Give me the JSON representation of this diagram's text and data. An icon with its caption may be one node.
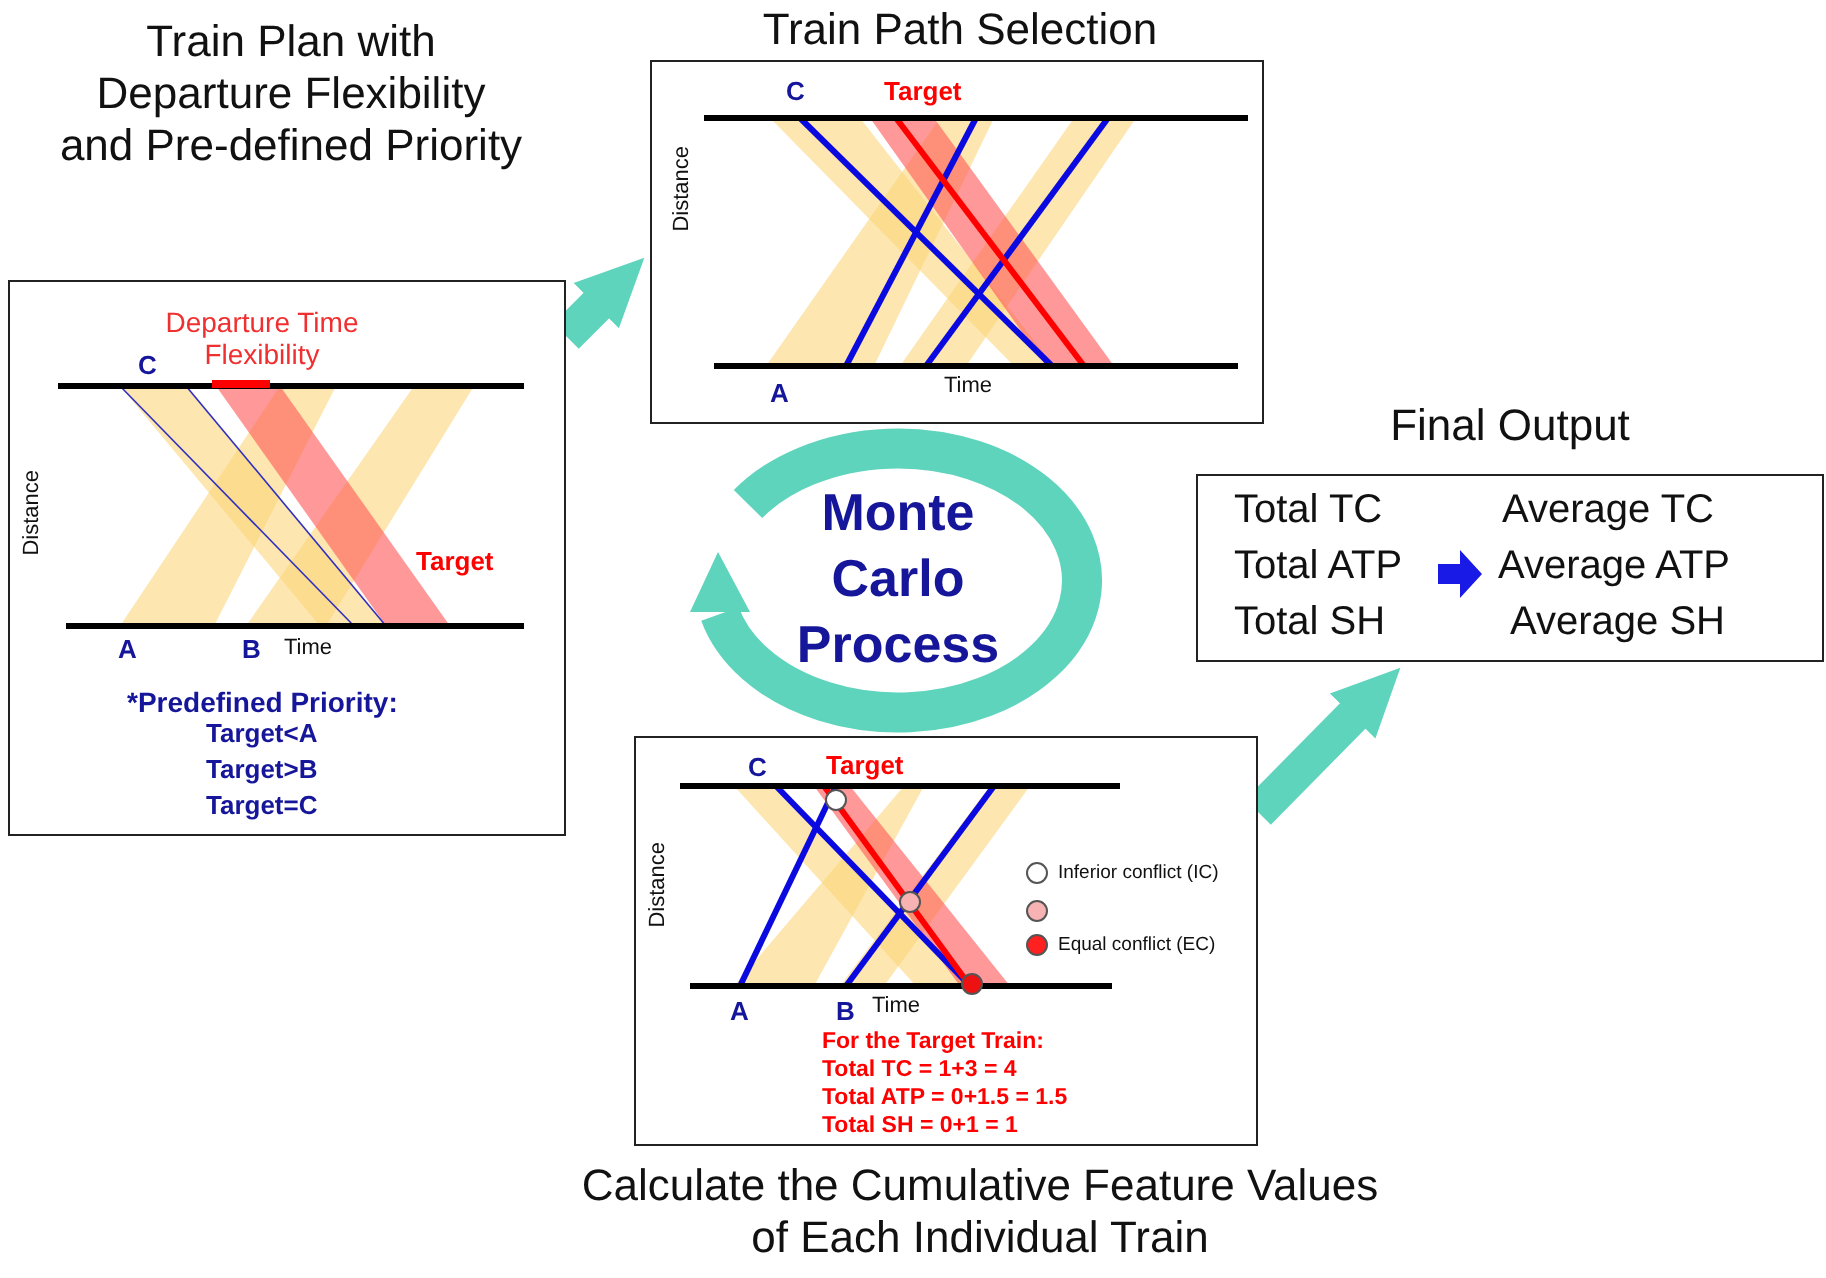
{
  "diagram": {
    "nodes": [
      {
        "text": [
          "Train Plan with Departure Flexibility and Pre-defined Priority"
        ]
      },
      {
        "text": [
          "Train Path Selection"
        ]
      },
      {
        "text": [
          "Monte Carlo Process"
        ]
      },
      {
        "text": [
          "Calculate the Cumulative Feature Values of Each Individual Train"
        ]
      },
      {
        "text": [
          "Final Output",
          "Total TC",
          "Total ATP",
          "Total SH",
          "Average TC",
          "Average ATP",
          "Average SH"
        ]
      }
    ],
    "edges": [
      {
        "from": 0,
        "to": 1,
        "arrow": "to"
      },
      {
        "from": 3,
        "to": 4,
        "arrow": "to"
      }
    ],
    "labels": [
      "Departure Time Flexibility",
      "C",
      "Distance",
      "Target",
      "A",
      "B",
      "Time",
      "*Predefined Priority:",
      "Target<A",
      "Target>B",
      "Target=C",
      "C",
      "Target",
      "Distance",
      "A",
      "Time",
      "C",
      "Target",
      "Distance",
      "A",
      "B",
      "Time",
      "For the Target Train:",
      "Total TC = 1+3 = 4",
      "Total ATP = 0+1.5 = 1.5",
      "Total SH = 0+1 = 1"
    ],
    "legend": [
      {
        "text": "Inferior conflict (IC)",
        "color": "#ffffff"
      },
      {
        "text": "Equal conflict (EC)",
        "color": "#ff2020"
      }
    ]
  }
}
